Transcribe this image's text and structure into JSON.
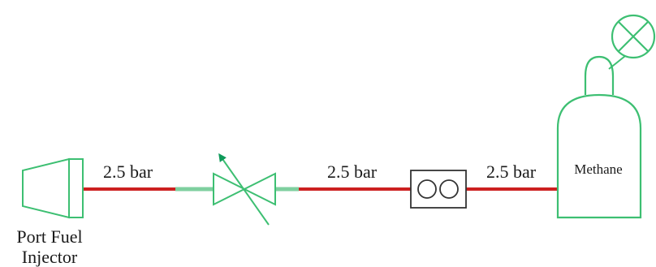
{
  "colors": {
    "component": "#3dbf72",
    "line_pressurized": "#cc2020",
    "line_connector": "#7fcf9f",
    "meter": "#333333",
    "text": "#1a1a1a"
  },
  "components": {
    "injector": {
      "label_line1": "Port Fuel",
      "label_line2": "Injector",
      "icon": "port-fuel-injector-icon"
    },
    "valve": {
      "icon": "adjustable-valve-icon"
    },
    "meter": {
      "icon": "flow-meter-icon"
    },
    "tank": {
      "label": "Methane",
      "icon": "gas-cylinder-icon"
    },
    "gauge": {
      "icon": "pressure-gauge-icon"
    }
  },
  "lines": [
    {
      "pressure_label": "2.5 bar"
    },
    {
      "pressure_label": "2.5 bar"
    },
    {
      "pressure_label": "2.5 bar"
    }
  ]
}
